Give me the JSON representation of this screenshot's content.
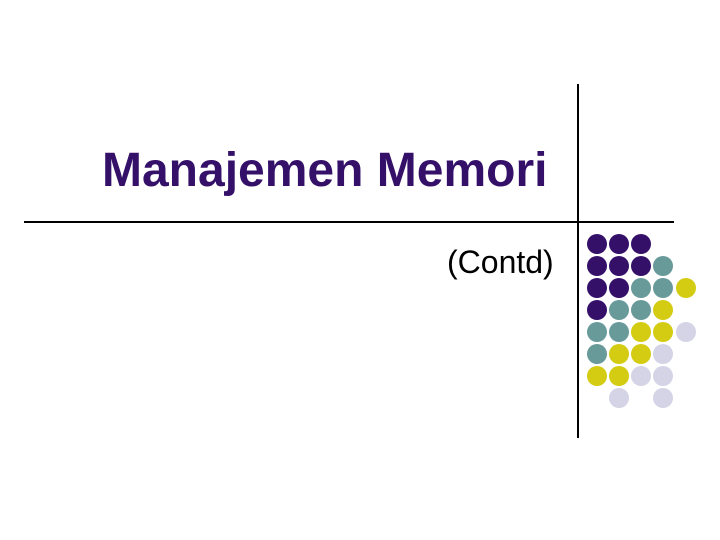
{
  "slide": {
    "background": "#ffffff",
    "title": {
      "text": "Manajemen Memori",
      "color": "#341069"
    },
    "subtitle": {
      "text": "(Contd)",
      "color": "#000000"
    },
    "divider_color": "#000000"
  },
  "decoration": {
    "dot_colors": {
      "purple": "#341069",
      "teal": "#699a9a",
      "yellow": "#d3cc13",
      "lavender": "#d4d4e6"
    },
    "grid": [
      [
        "purple",
        "purple",
        "purple",
        null,
        null
      ],
      [
        "purple",
        "purple",
        "purple",
        "teal",
        null
      ],
      [
        "purple",
        "purple",
        "teal",
        "teal",
        "yellow"
      ],
      [
        "purple",
        "teal",
        "teal",
        "yellow",
        null
      ],
      [
        "teal",
        "teal",
        "yellow",
        "yellow",
        "lavender"
      ],
      [
        "teal",
        "yellow",
        "yellow",
        "lavender",
        null
      ],
      [
        "yellow",
        "yellow",
        "lavender",
        "lavender",
        null
      ],
      [
        null,
        "lavender",
        null,
        "lavender",
        null
      ]
    ]
  }
}
